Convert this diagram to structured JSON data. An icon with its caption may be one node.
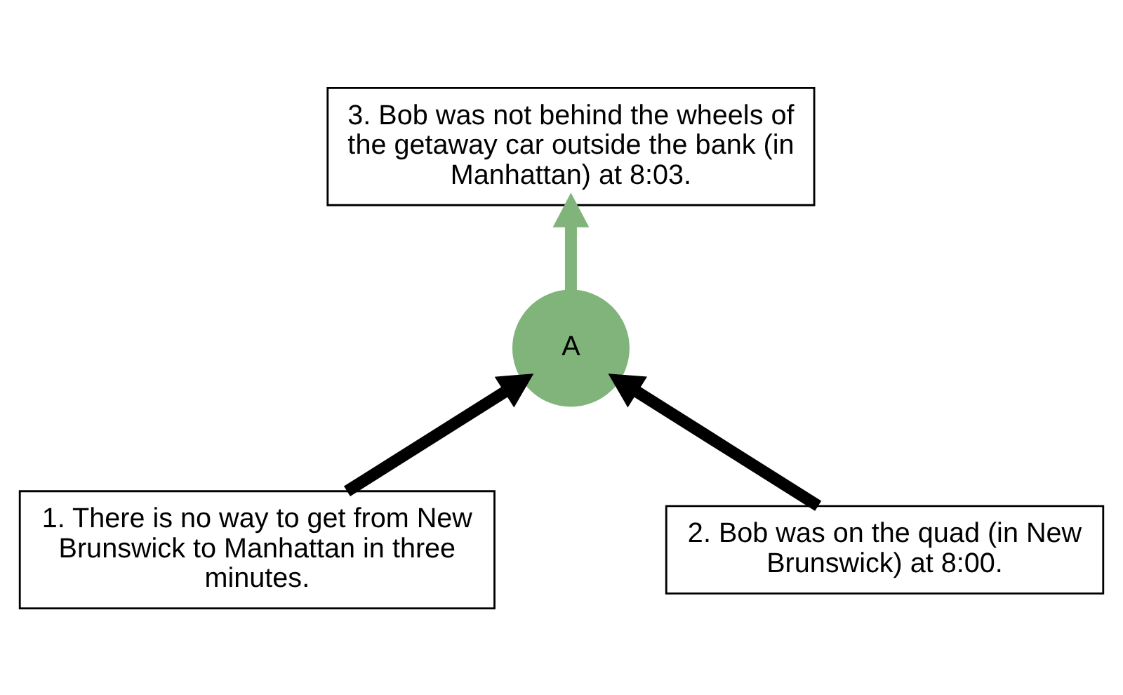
{
  "diagram": {
    "nodes": [
      {
        "text": [
          "3. Bob was not behind the wheels of the getaway car outside the bank (in Manhattan) at 8:03."
        ]
      },
      {
        "text": [
          "A"
        ]
      },
      {
        "text": [
          "1. There is no way to get from New Brunswick to Manhattan in three minutes."
        ]
      },
      {
        "text": [
          "2. Bob was on the quad (in New Brunswick) at 8:00."
        ]
      }
    ],
    "edges": [
      {
        "from": 2,
        "to": 1,
        "arrow": "to"
      },
      {
        "from": 3,
        "to": 1,
        "arrow": "to"
      },
      {
        "from": 1,
        "to": 0,
        "arrow": "to",
        "color": "#80b47a"
      }
    ]
  }
}
